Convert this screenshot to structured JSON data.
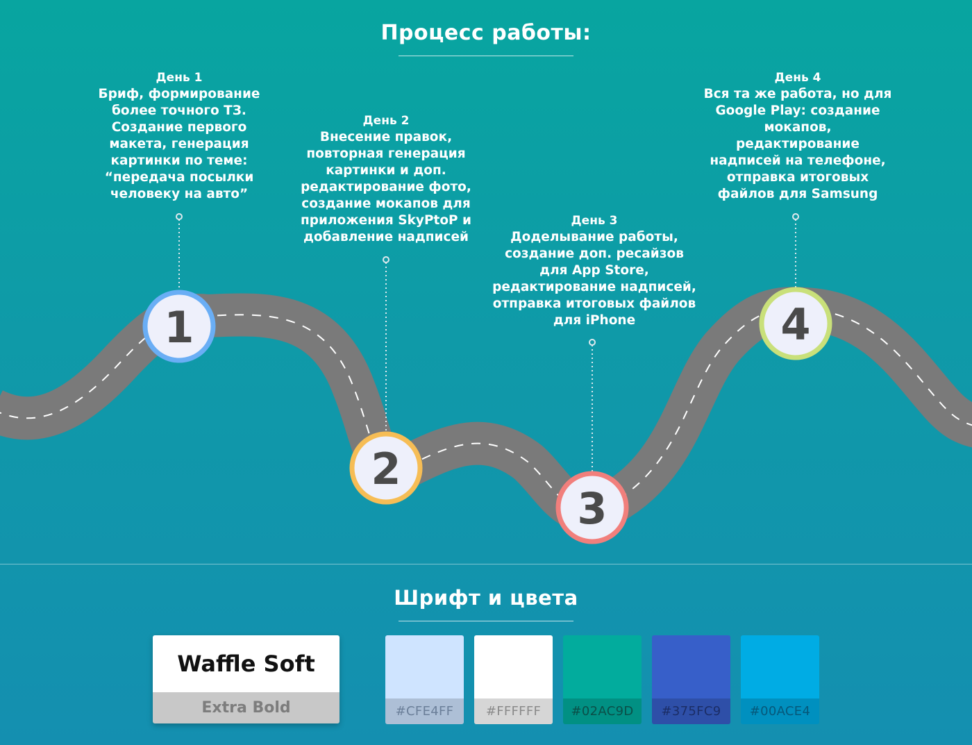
{
  "section1": {
    "title": "Процесс работы:"
  },
  "days": [
    {
      "title": "День 1",
      "text": "Бриф, формирование более точного ТЗ. Создание первого макета, генерация картинки по теме: “передача посылки человеку на авто”"
    },
    {
      "title": "День 2",
      "text": "Внесение правок, повторная генерация картинки и доп. редактирование фото, создание мокапов для приложения SkyPtoP и добавление надписей"
    },
    {
      "title": "День 3",
      "text": "Доделывание работы, создание доп. ресайзов для App Store, редактирование надписей, отправка итоговых файлов для iPhone"
    },
    {
      "title": "День 4",
      "text": "Вся та же работа, но для Google Play: создание мокапов, редактирование надписей на телефоне, отправка итоговых файлов для Samsung"
    }
  ],
  "milestones": [
    {
      "number": "1",
      "ring_color": "#6aaef5"
    },
    {
      "number": "2",
      "ring_color": "#f6bd55"
    },
    {
      "number": "3",
      "ring_color": "#f17f7c"
    },
    {
      "number": "4",
      "ring_color": "#c9e07a"
    }
  ],
  "section2": {
    "title": "Шрифт и цвета"
  },
  "font": {
    "name": "Waffle Soft",
    "weight": "Extra Bold"
  },
  "swatches": [
    {
      "hex": "#CFE4FF",
      "color": "#CFE4FF",
      "label_color": "#6b7f99"
    },
    {
      "hex": "#FFFFFF",
      "color": "#FFFFFF",
      "label_color": "#8a8a8a"
    },
    {
      "hex": "#02AC9D",
      "color": "#02AC9D",
      "label_color": "#0b4f48"
    },
    {
      "hex": "#375FC9",
      "color": "#375FC9",
      "label_color": "#1b2d66"
    },
    {
      "hex": "#00ACE4",
      "color": "#00ACE4",
      "label_color": "#06587a"
    }
  ],
  "colors": {
    "road": "#7a7a7a",
    "circle_fill": "#eef0fb",
    "number": "#4a4a4a"
  }
}
